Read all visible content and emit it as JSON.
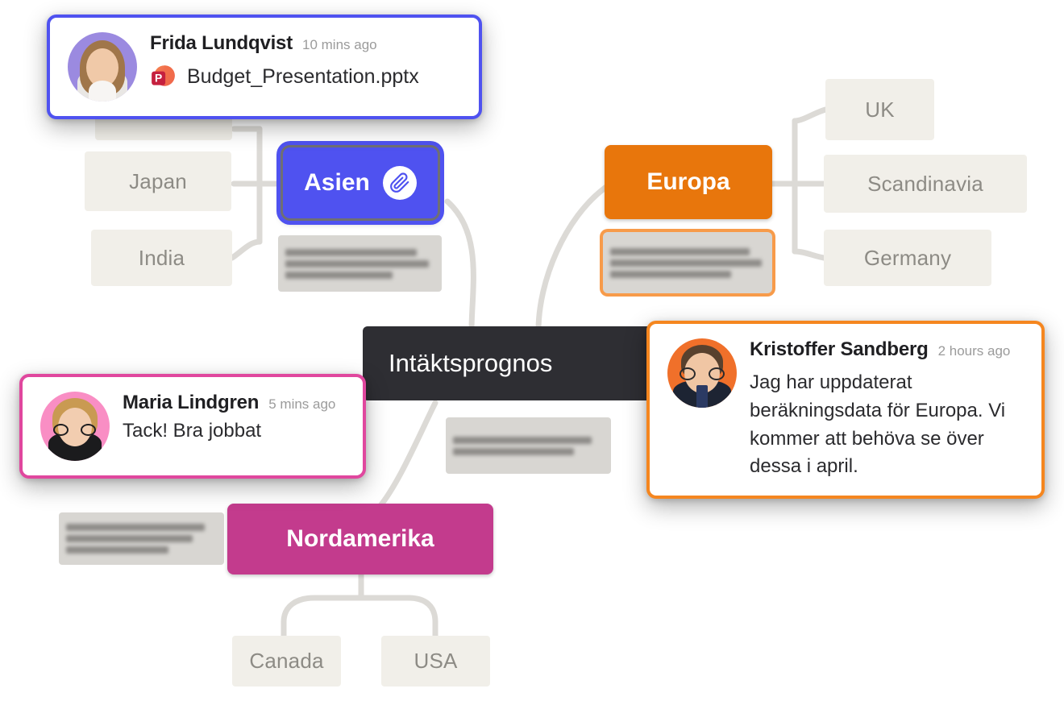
{
  "root": {
    "label": "Intäktsprognos"
  },
  "branches": [
    {
      "id": "asien",
      "label": "Asien",
      "color": "#4f52f0",
      "badge_icon": "paperclip-icon"
    },
    {
      "id": "europa",
      "label": "Europa",
      "color": "#e8760c"
    },
    {
      "id": "nord",
      "label": "Nordamerika",
      "color": "#c33b8d"
    }
  ],
  "leaves": [
    {
      "id": "japan",
      "label": "Japan",
      "parent": "asien"
    },
    {
      "id": "india",
      "label": "India",
      "parent": "asien"
    },
    {
      "id": "uk",
      "label": "UK",
      "parent": "europa"
    },
    {
      "id": "scandinavia",
      "label": "Scandinavia",
      "parent": "europa"
    },
    {
      "id": "germany",
      "label": "Germany",
      "parent": "europa"
    },
    {
      "id": "canada",
      "label": "Canada",
      "parent": "nord"
    },
    {
      "id": "usa",
      "label": "USA",
      "parent": "nord"
    }
  ],
  "cards": [
    {
      "id": "frida",
      "author": "Frida Lundqvist",
      "time": "10 mins ago",
      "attachment": "Budget_Presentation.pptx",
      "attachment_icon": "powerpoint-icon",
      "accent": "#4f52f0"
    },
    {
      "id": "maria",
      "author": "Maria Lindgren",
      "time": "5 mins ago",
      "message": "Tack! Bra jobbat",
      "accent": "#e0479e"
    },
    {
      "id": "kristoffer",
      "author": "Kristoffer Sandberg",
      "time": "2 hours ago",
      "message": "Jag har uppdaterat beräkningsdata för Europa. Vi kommer att behöva se över dessa i april.",
      "accent": "#f5861f"
    }
  ],
  "colors": {
    "leaf_bg": "#f1efe9",
    "leaf_text": "#8d8b85",
    "root_bg": "#2e2e33",
    "connector": "#dcdad6",
    "redacted_bg": "#d8d6d2"
  }
}
